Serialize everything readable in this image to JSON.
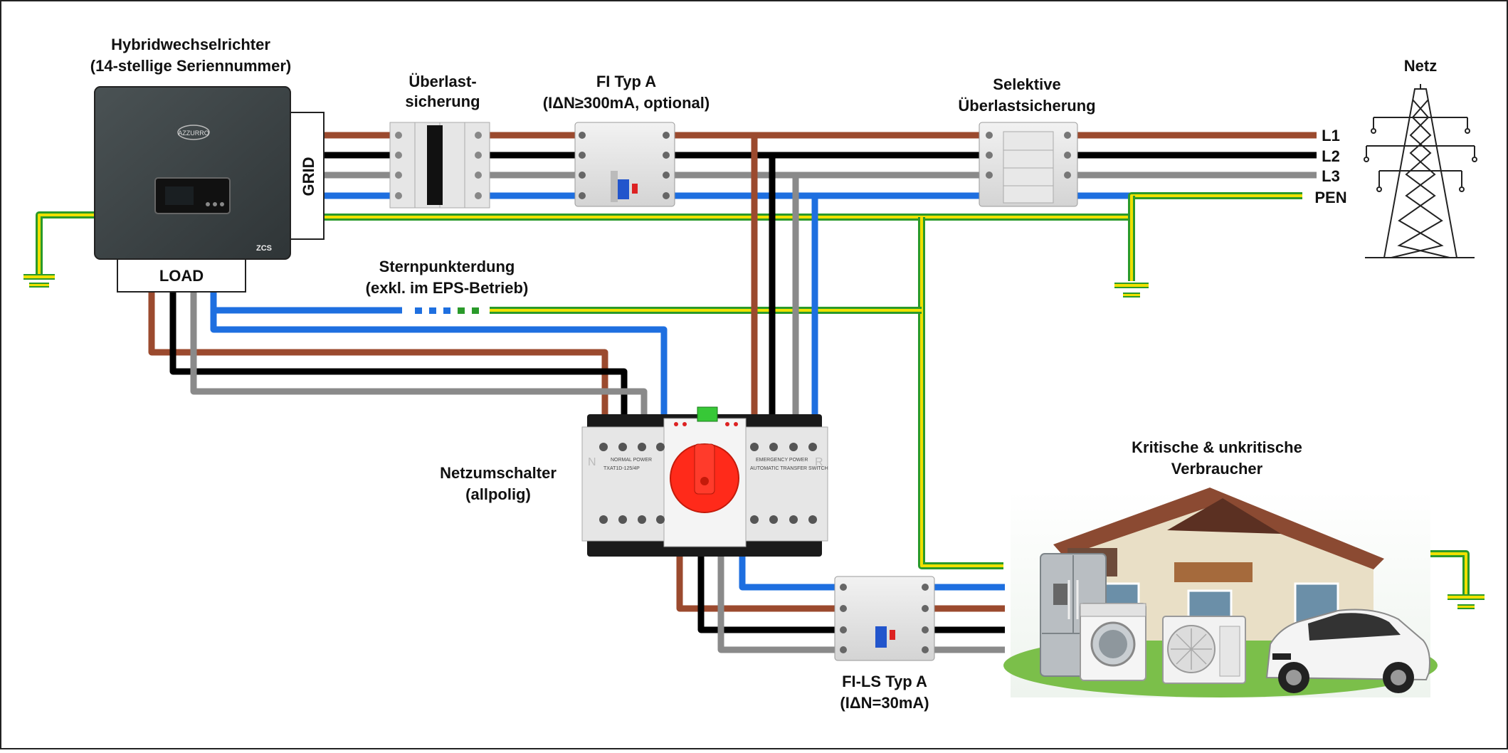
{
  "inverter": {
    "title_line1": "Hybridwechselrichter",
    "title_line2": "(14-stellige Seriennummer)",
    "grid_label": "GRID",
    "load_label": "LOAD",
    "brand_logo": "AZZURRO",
    "brand_badge": "ZCS"
  },
  "overload_fuse": {
    "line1": "Überlast-",
    "line2": "sicherung"
  },
  "rcd": {
    "line1": "FI Typ A",
    "line2": "(IΔN≥300mA, optional)"
  },
  "selective_fuse": {
    "line1": "Selektive",
    "line2": "Überlastsicherung"
  },
  "grid": {
    "title": "Netz",
    "phases": [
      "L1",
      "L2",
      "L3",
      "PEN"
    ]
  },
  "star_point": {
    "line1": "Sternpunkterdung",
    "line2": "(exkl. im EPS-Betrieb)"
  },
  "transfer_switch": {
    "line1": "Netzumschalter",
    "line2": "(allpolig)",
    "panel_left": "NORMAL POWER",
    "panel_left_model": "TXAT1D-125/4P",
    "panel_right": "EMERGENCY POWER",
    "panel_right_sub": "AUTOMATIC TRANSFER SWITCH",
    "letter_left": "N",
    "letter_right": "R"
  },
  "rcbo": {
    "line1": "FI-LS Typ A",
    "line2": "(IΔN=30mA)"
  },
  "consumers": {
    "line1": "Kritische & unkritische",
    "line2": "Verbraucher"
  },
  "colors": {
    "L1": "#9b4a2e",
    "L2": "#000000",
    "L3": "#8a8a8a",
    "N": "#1e6fe0",
    "PE_yellow": "#f0e000",
    "PE_green": "#2a9a2a",
    "inverter": "#3d4446",
    "switch_knob": "#ff2a1a"
  },
  "icons": [
    "ground-symbol-icon",
    "pylon-icon",
    "fridge-icon",
    "washing-machine-icon",
    "ac-unit-icon",
    "house-icon",
    "car-icon"
  ]
}
